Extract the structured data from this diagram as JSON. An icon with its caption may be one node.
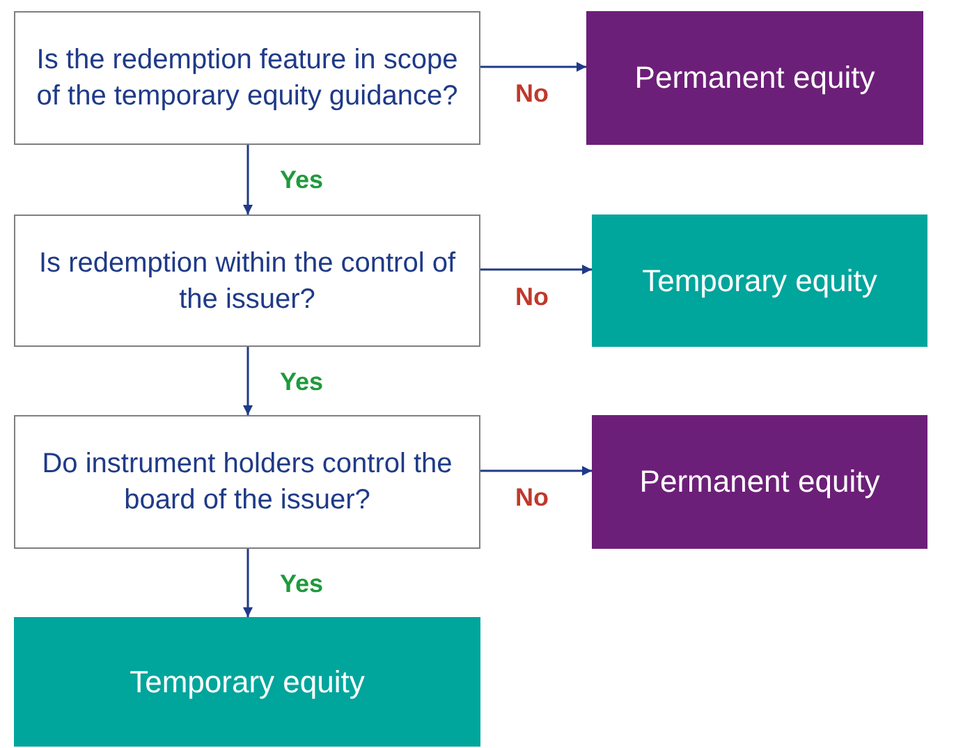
{
  "diagram": {
    "nodes": [
      {
        "text": [
          "Is the redemption feature in scope of the temporary equity guidance?"
        ]
      },
      {
        "text": [
          "Permanent equity"
        ]
      },
      {
        "text": [
          "Is redemption within the control of the issuer?"
        ]
      },
      {
        "text": [
          "Temporary equity"
        ]
      },
      {
        "text": [
          "Do instrument holders control the board of the issuer?"
        ]
      },
      {
        "text": [
          "Permanent equity"
        ]
      },
      {
        "text": [
          "Temporary equity"
        ]
      }
    ],
    "edges": [
      {
        "from": 0,
        "to": 1,
        "arrow": "to",
        "label": "No"
      },
      {
        "from": 0,
        "to": 2,
        "arrow": "to",
        "label": "Yes"
      },
      {
        "from": 2,
        "to": 3,
        "arrow": "to",
        "label": "No"
      },
      {
        "from": 2,
        "to": 4,
        "arrow": "to",
        "label": "Yes"
      },
      {
        "from": 4,
        "to": 5,
        "arrow": "to",
        "label": "No"
      },
      {
        "from": 4,
        "to": 6,
        "arrow": "to",
        "label": "Yes"
      }
    ]
  }
}
